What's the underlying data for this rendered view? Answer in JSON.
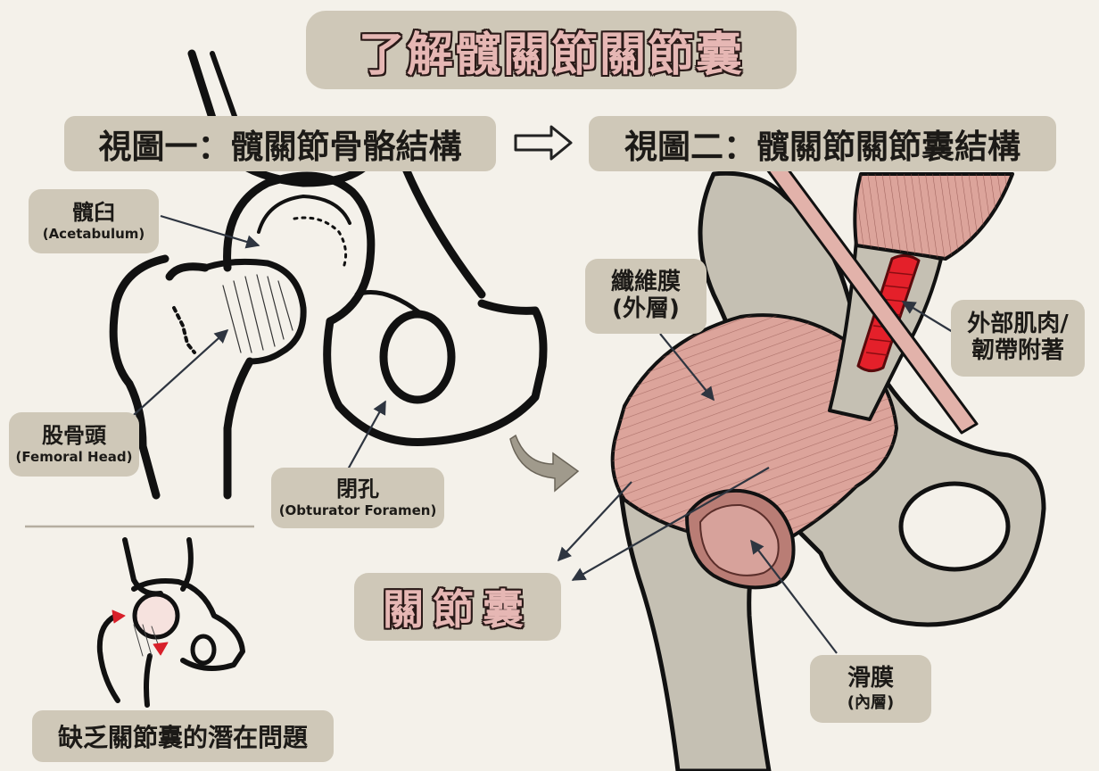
{
  "title": "了解髖關節關節囊",
  "view_one": {
    "heading": "視圖一：髖關節骨骼結構"
  },
  "view_two": {
    "heading": "視圖二：髖關節關節囊結構"
  },
  "labels": {
    "acetabulum": {
      "main": "髖臼",
      "sub": "(Acetabulum)"
    },
    "femoral_head": {
      "main": "股骨頭",
      "sub": "(Femoral Head)"
    },
    "obturator": {
      "main": "閉孔",
      "sub": "(Obturator Foramen)"
    },
    "fibrous": {
      "line1": "纖維膜",
      "line2": "(外層)"
    },
    "external": {
      "line1": "外部肌肉/",
      "line2": "韌帶附著"
    },
    "synovial": {
      "main": "滑膜",
      "sub": "(內層)"
    },
    "capsule": "關節囊"
  },
  "bottom_caption": "缺乏關節囊的潛在問題",
  "colors": {
    "background": "#f4f1ea",
    "pill": "#cfc8b8",
    "bone": "#c5c0b3",
    "capsule_pink": "#dca49b",
    "muscle_red": "#e4202a",
    "outline": "#111111",
    "arrow": "#2e3540"
  },
  "icons": [
    "right-arrow-icon",
    "curved-arrow-icon"
  ]
}
